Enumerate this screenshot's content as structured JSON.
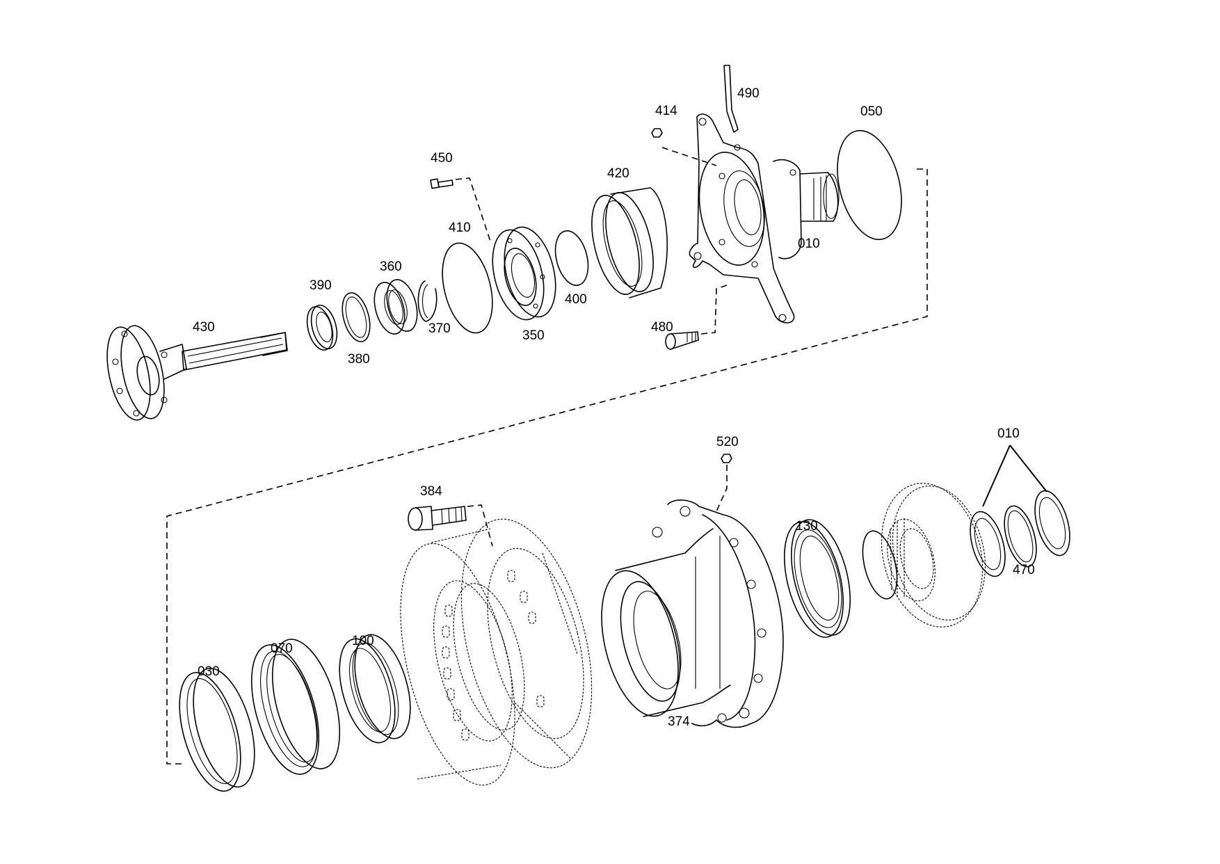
{
  "callouts": {
    "p430": "430",
    "p390": "390",
    "p380": "380",
    "p360": "360",
    "p370": "370",
    "p410": "410",
    "p450": "450",
    "p350": "350",
    "p400": "400",
    "p420": "420",
    "p414": "414",
    "p490": "490",
    "p480": "480",
    "p010_top": "010",
    "p050": "050",
    "p384": "384",
    "p520": "520",
    "p130": "130",
    "p010_bottom": "010",
    "p470": "470",
    "p030": "030",
    "p070": "070",
    "p100": "100",
    "p374": "374"
  }
}
